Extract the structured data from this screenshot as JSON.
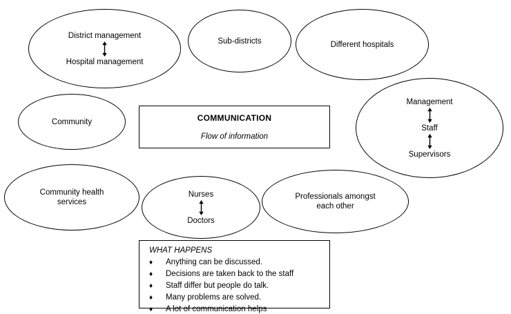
{
  "diagram": {
    "nodes": [
      {
        "name": "district-hospital-management",
        "lines": [
          "District management",
          "Hospital management"
        ],
        "arrow": "double-vertical-arrow"
      },
      {
        "name": "sub-districts",
        "lines": [
          "Sub-districts"
        ],
        "arrow": null
      },
      {
        "name": "different-hospitals",
        "lines": [
          "Different hospitals"
        ],
        "arrow": null
      },
      {
        "name": "community",
        "lines": [
          "Community"
        ],
        "arrow": null
      },
      {
        "name": "management-staff-supervisors",
        "lines": [
          "Management",
          "Staff",
          "Supervisors"
        ],
        "arrow": "double-vertical-arrow"
      },
      {
        "name": "community-health-services",
        "lines": [
          "Community health\nservices"
        ],
        "arrow": null
      },
      {
        "name": "nurses-doctors",
        "lines": [
          "Nurses",
          "Doctors"
        ],
        "arrow": "double-vertical-arrow"
      },
      {
        "name": "professionals-amongst-each-other",
        "lines": [
          "Professionals amongst\neach other"
        ],
        "arrow": null
      }
    ],
    "communication_box": {
      "title": "COMMUNICATION",
      "subtitle": "Flow of information"
    },
    "what_happens_box": {
      "title": "WHAT HAPPENS",
      "bullet_glyph": "♦",
      "items": [
        "Anything can be discussed.",
        "Decisions are taken back to the staff",
        "Staff differ but people do talk.",
        "Many problems are solved.",
        "A lot of communication helps"
      ]
    },
    "colors": {
      "stroke": "#000000",
      "background": "#ffffff",
      "text": "#000000"
    }
  }
}
